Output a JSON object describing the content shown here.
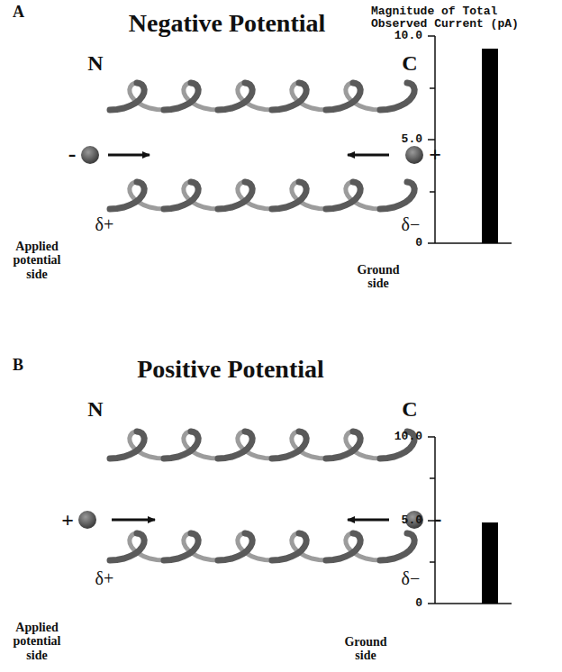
{
  "diagram": {
    "labels": [
      "A",
      "Negative Potential",
      "Magnitude of Total Observed Current (pA)",
      "N",
      "C",
      "-",
      "+",
      "δ+",
      "δ−",
      "Applied potential side",
      "Ground side",
      "10.0",
      "5.0",
      "0",
      "B",
      "Positive Potential",
      "N",
      "C",
      "+",
      "-",
      "δ+",
      "δ−",
      "Applied potential side",
      "Ground side",
      "10.0",
      "5.0",
      "0"
    ]
  }
}
